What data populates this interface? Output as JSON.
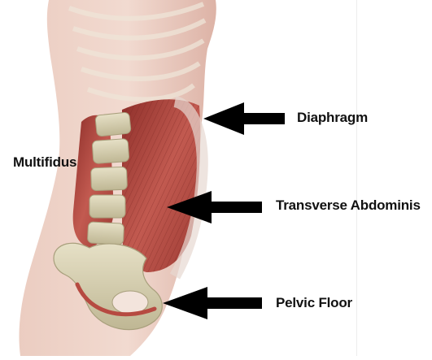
{
  "labels": {
    "multifidus": "Multifidus",
    "diaphragm": "Diaphragm",
    "transverse_abdominis": "Transverse Abdominis",
    "pelvic_floor": "Pelvic Floor"
  },
  "colors": {
    "skin": "#e8c6b8",
    "muscle": "#b2473f",
    "bone": "#d9d3b6",
    "arrow": "#000000"
  }
}
